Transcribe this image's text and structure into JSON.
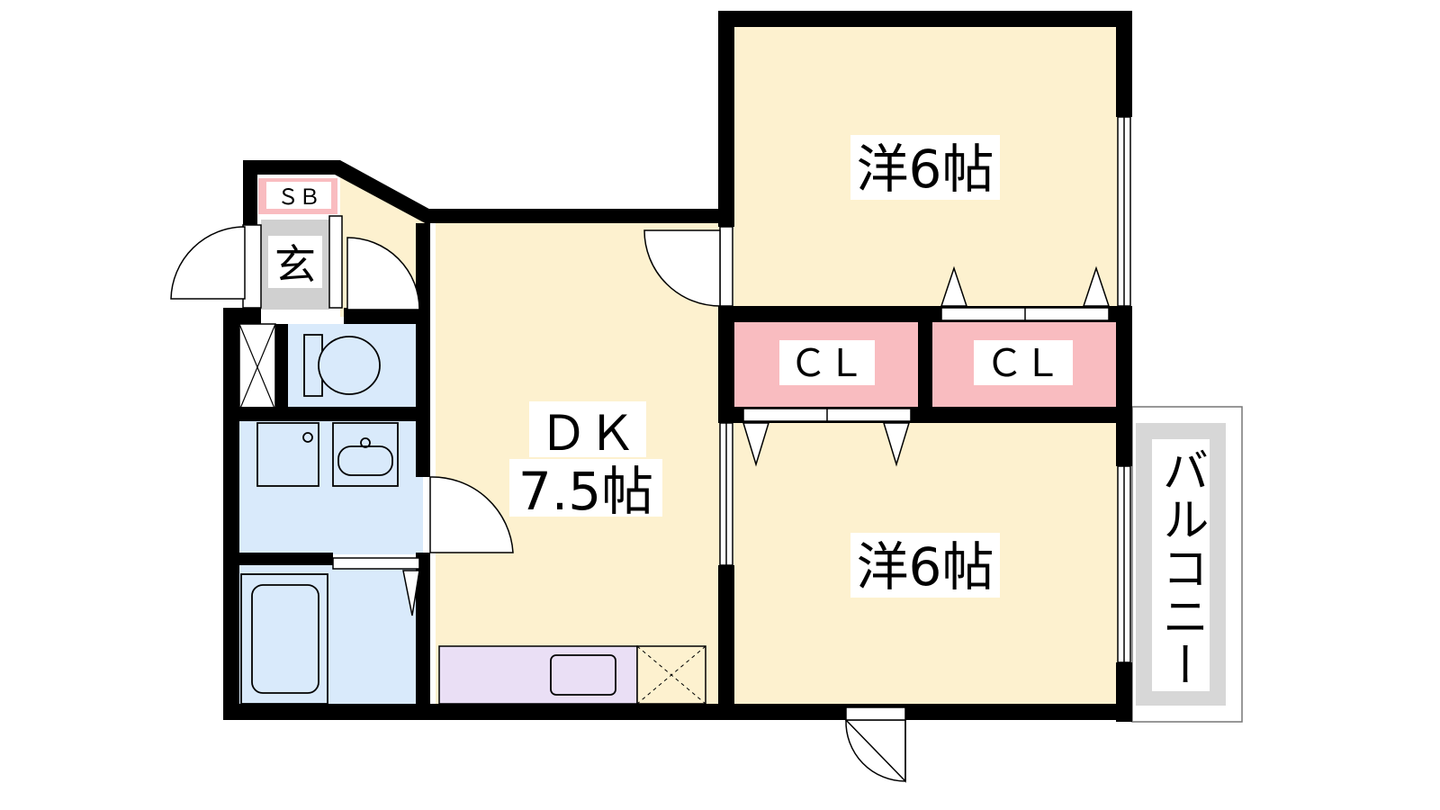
{
  "floorplan": {
    "rooms": {
      "western_room_top": {
        "label": "洋6帖"
      },
      "western_room_bottom": {
        "label": "洋6帖"
      },
      "dining_kitchen": {
        "label_line1": "ＤＫ",
        "label_line2": "7.5帖"
      },
      "closet_left": {
        "label": "ＣＬ"
      },
      "closet_right": {
        "label": "ＣＬ"
      },
      "shoe_box": {
        "label": "ＳＢ"
      },
      "entrance": {
        "label": "玄"
      },
      "balcony": {
        "label": "バルコニー"
      }
    },
    "colors": {
      "room_floor": "#fdf1cf",
      "wet_area": "#d9eafb",
      "closet": "#f9bcc0",
      "kitchen_counter": "#eadff5",
      "entrance": "#d0d0d0",
      "balcony": "#d7d7d7",
      "wall": "#000000"
    }
  }
}
